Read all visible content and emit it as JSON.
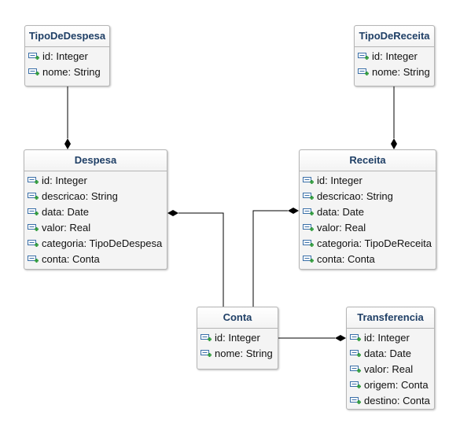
{
  "classes": {
    "tipo_despesa": {
      "name": "TipoDeDespesa",
      "attributes": [
        "id: Integer",
        "nome: String"
      ]
    },
    "tipo_receita": {
      "name": "TipoDeReceita",
      "attributes": [
        "id: Integer",
        "nome: String"
      ]
    },
    "despesa": {
      "name": "Despesa",
      "attributes": [
        "id: Integer",
        "descricao: String",
        "data: Date",
        "valor: Real",
        "categoria: TipoDeDespesa",
        "conta: Conta"
      ]
    },
    "receita": {
      "name": "Receita",
      "attributes": [
        "id: Integer",
        "descricao: String",
        "data: Date",
        "valor: Real",
        "categoria: TipoDeReceita",
        "conta: Conta"
      ]
    },
    "conta": {
      "name": "Conta",
      "attributes": [
        "id: Integer",
        "nome: String"
      ]
    },
    "transferencia": {
      "name": "Transferencia",
      "attributes": [
        "id: Integer",
        "data: Date",
        "valor: Real",
        "origem: Conta",
        "destino: Conta"
      ]
    }
  },
  "colors": {
    "title_text": "#1f3f66",
    "border": "#b5b5b5",
    "icon_field": "#3a6fa8",
    "icon_plus": "#2e9a3a"
  },
  "icons": {
    "attribute": "public-field-icon"
  }
}
